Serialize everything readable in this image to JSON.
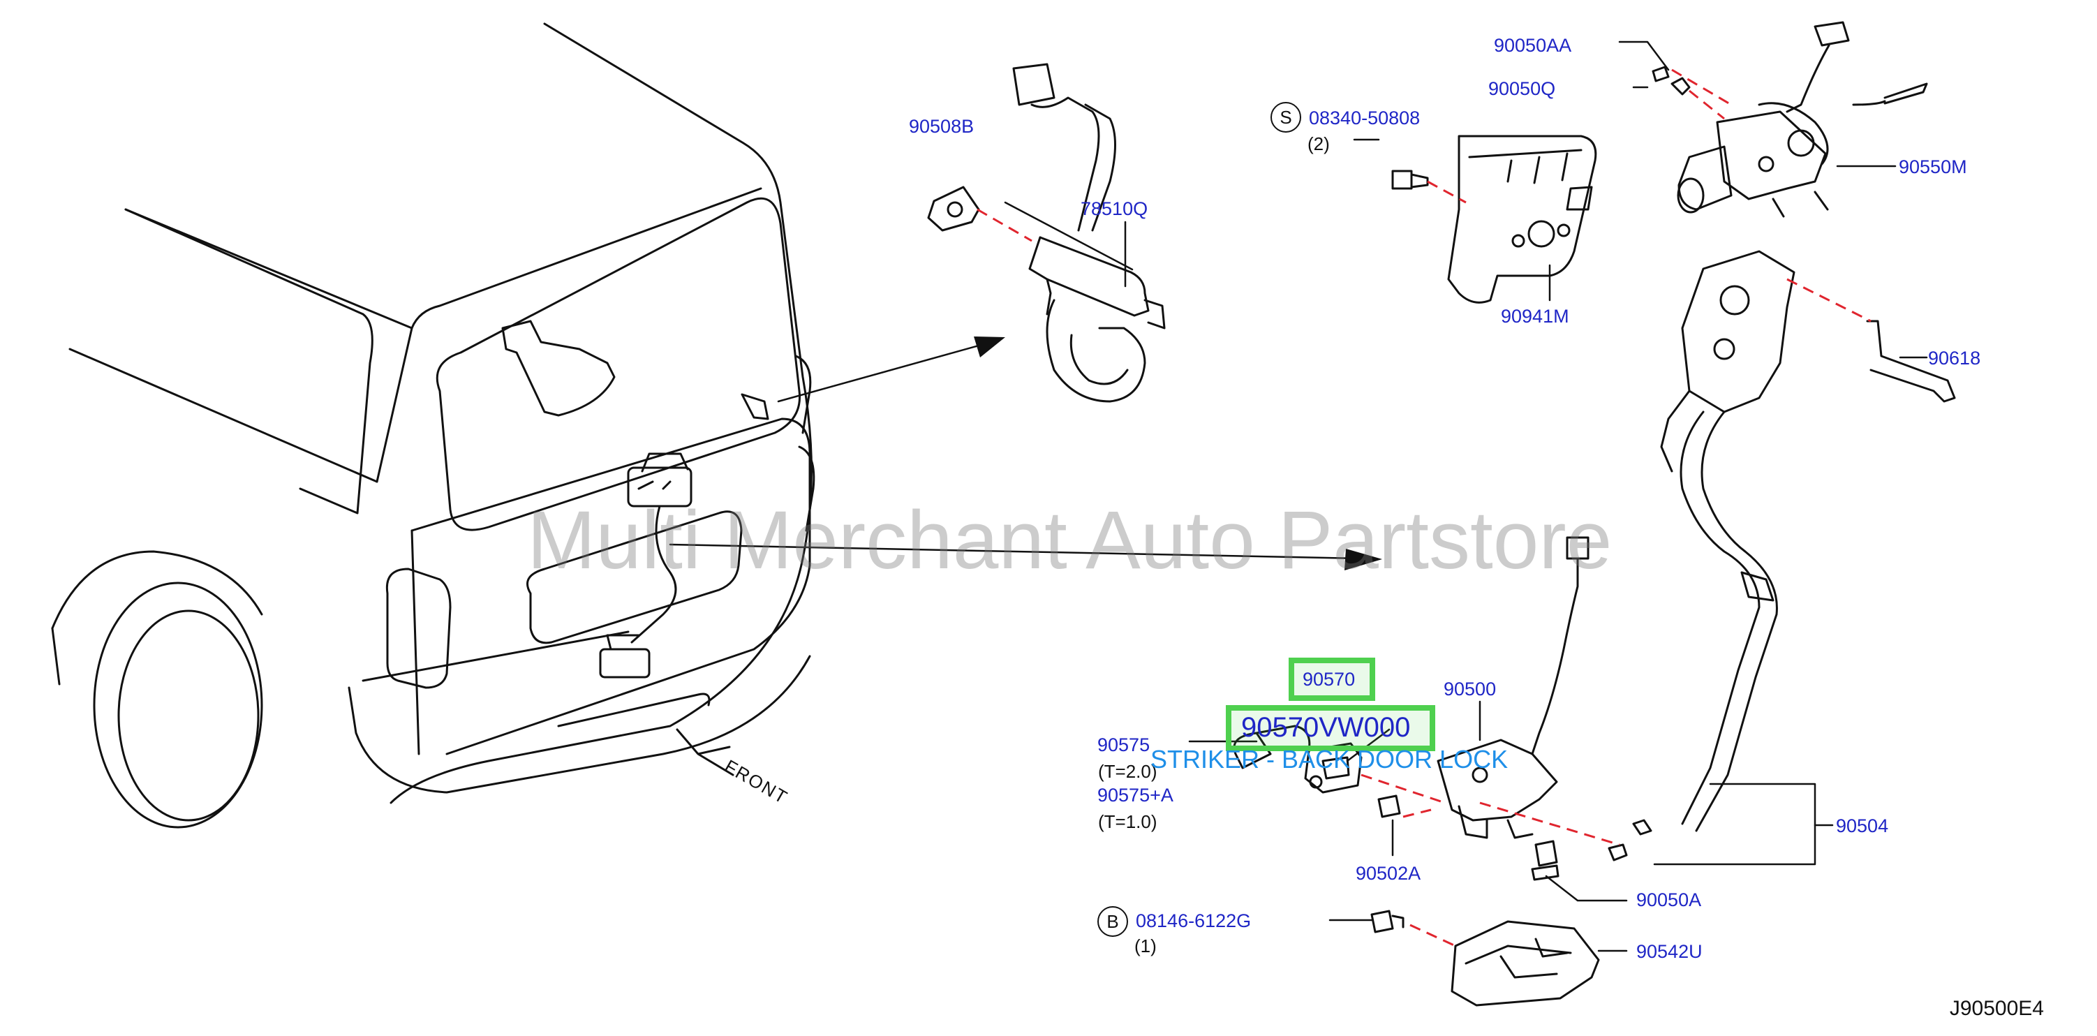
{
  "parts": {
    "p90508B": "90508B",
    "p78510Q": "78510Q",
    "p90050AA": "90050AA",
    "p90050Q": "90050Q",
    "p08340_50808": "08340-50808",
    "p90550M": "90550M",
    "p90941M": "90941M",
    "p90618": "90618",
    "p90570": "90570",
    "p90500": "90500",
    "p90575": "90575",
    "p90575A": "90575+A",
    "p90502A": "90502A",
    "p90504": "90504",
    "p90050A": "90050A",
    "p08146_6122G": "08146-6122G",
    "p90542U": "90542U"
  },
  "notes": {
    "qty_s": "(2)",
    "qty_b": "(1)",
    "t20": "(T=2.0)",
    "t10": "(T=1.0)"
  },
  "symbols": {
    "s": "S",
    "b": "B"
  },
  "front_label": "FRONT",
  "highlight": {
    "part_number": "90570VW000",
    "description": "STRIKER - BACK DOOR LOCK",
    "color": "#4fd04f"
  },
  "watermark": "Multi Merchant Auto Partstore",
  "diagram_code": "J90500E4",
  "colors": {
    "label": "#1f26c6",
    "leader_dash": "#e0252e",
    "line": "#111111"
  }
}
